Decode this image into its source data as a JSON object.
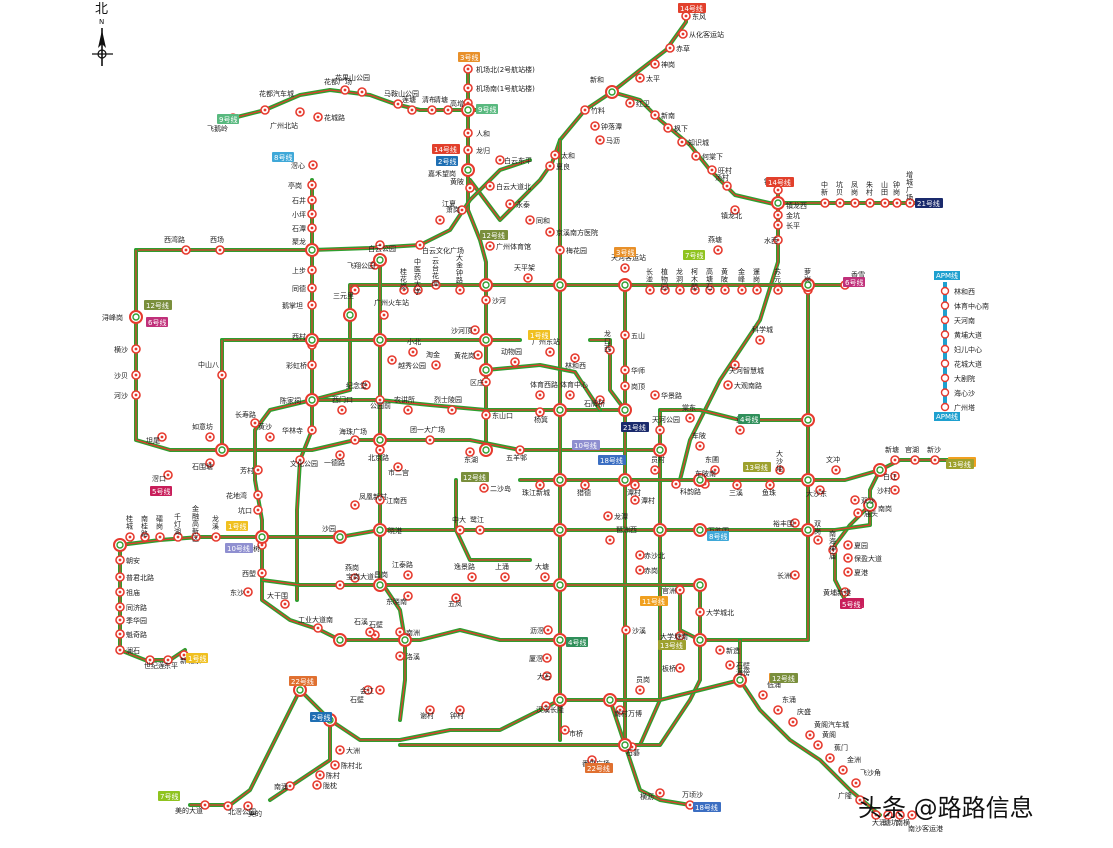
{
  "compass": {
    "north_label": "北",
    "n_letter": "N"
  },
  "watermark": {
    "text": "头条 @路路信息"
  },
  "colors": {
    "track": "#2f9e2f",
    "rail": "#e63a2e",
    "node_fill": "#ffffff"
  },
  "line_tags": [
    {
      "id": "t14a",
      "text": "14号线",
      "color": "#e2402c"
    },
    {
      "id": "t3a",
      "text": "3号线",
      "color": "#e8902a"
    },
    {
      "id": "t9a",
      "text": "9号线",
      "color": "#59b97f"
    },
    {
      "id": "t9b",
      "text": "9号线",
      "color": "#59b97f"
    },
    {
      "id": "t14b",
      "text": "14号线",
      "color": "#e2402c"
    },
    {
      "id": "t2a",
      "text": "2号线",
      "color": "#1f6fb3"
    },
    {
      "id": "t8a",
      "text": "8号线",
      "color": "#3fa8d8"
    },
    {
      "id": "t12a",
      "text": "12号线",
      "color": "#7a8f3c"
    },
    {
      "id": "t14c",
      "text": "14号线",
      "color": "#e2402c"
    },
    {
      "id": "t21a",
      "text": "21号线",
      "color": "#1a2a6c"
    },
    {
      "id": "t3b",
      "text": "3号线",
      "color": "#e8902a"
    },
    {
      "id": "t7a",
      "text": "7号线",
      "color": "#8fc31f"
    },
    {
      "id": "t6a",
      "text": "6号线",
      "color": "#c0307a"
    },
    {
      "id": "t12b",
      "text": "12号线",
      "color": "#7a8f3c"
    },
    {
      "id": "t6b",
      "text": "6号线",
      "color": "#c0307a"
    },
    {
      "id": "t1a",
      "text": "1号线",
      "color": "#f0c020"
    },
    {
      "id": "t21b",
      "text": "21号线",
      "color": "#1a2a6c"
    },
    {
      "id": "t4a",
      "text": "4号线",
      "color": "#2f8f5a"
    },
    {
      "id": "t10a",
      "text": "10号线",
      "color": "#8f8fd0"
    },
    {
      "id": "t18a",
      "text": "18号线",
      "color": "#3b6ec2"
    },
    {
      "id": "t13a",
      "text": "13号线",
      "color": "#9ea12e"
    },
    {
      "id": "t11a",
      "text": "11号线",
      "color": "#f0a020"
    },
    {
      "id": "t5a",
      "text": "5号线",
      "color": "#c81e5a"
    },
    {
      "id": "t12c",
      "text": "12号线",
      "color": "#7a8f3c"
    },
    {
      "id": "t1b",
      "text": "1号线",
      "color": "#f0c020"
    },
    {
      "id": "t10b",
      "text": "10号线",
      "color": "#8f8fd0"
    },
    {
      "id": "t8b",
      "text": "8号线",
      "color": "#3fa8d8"
    },
    {
      "id": "t13b",
      "text": "13号线",
      "color": "#9ea12e"
    },
    {
      "id": "t5b",
      "text": "5号线",
      "color": "#c81e5a"
    },
    {
      "id": "t11b",
      "text": "11号线",
      "color": "#f0a020"
    },
    {
      "id": "t4b",
      "text": "4号线",
      "color": "#2f8f5a"
    },
    {
      "id": "t3c",
      "text": "3号线",
      "color": "#e8902a"
    },
    {
      "id": "t12d",
      "text": "12号线",
      "color": "#7a8f3c"
    },
    {
      "id": "t22a",
      "text": "22号线",
      "color": "#e07030"
    },
    {
      "id": "t2b",
      "text": "2号线",
      "color": "#1f6fb3"
    },
    {
      "id": "t22b",
      "text": "22号线",
      "color": "#e07030"
    },
    {
      "id": "t18b",
      "text": "18号线",
      "color": "#3b6ec2"
    },
    {
      "id": "t7b",
      "text": "7号线",
      "color": "#8fc31f"
    },
    {
      "id": "t1c",
      "text": "1号线",
      "color": "#f0c020"
    },
    {
      "id": "t13c",
      "text": "13号线",
      "color": "#9ea12e"
    },
    {
      "id": "t5c",
      "text": "5号线",
      "color": "#c81e5a"
    }
  ],
  "apm": {
    "title_top": "APM线",
    "title_bottom": "APM线",
    "stations": [
      "林和西",
      "体育中心南",
      "天河南",
      "黄埔大道",
      "妇儿中心",
      "花城大道",
      "大剧院",
      "海心沙",
      "广州塔"
    ]
  },
  "stations": [
    {
      "id": "s1",
      "name": "东风"
    },
    {
      "id": "s2",
      "name": "从化客运站"
    },
    {
      "id": "s3",
      "name": "赤草"
    },
    {
      "id": "s4",
      "name": "神岗"
    },
    {
      "id": "s5",
      "name": "太平"
    },
    {
      "id": "s6",
      "name": "新和"
    },
    {
      "id": "s7",
      "name": "红卫"
    },
    {
      "id": "s8",
      "name": "竹料"
    },
    {
      "id": "s9",
      "name": "钟落潭"
    },
    {
      "id": "s10",
      "name": "马沥"
    },
    {
      "id": "s11",
      "name": "新南"
    },
    {
      "id": "s12",
      "name": "枫下"
    },
    {
      "id": "s13",
      "name": "知识城"
    },
    {
      "id": "s14",
      "name": "何棠下"
    },
    {
      "id": "s15",
      "name": "旺村"
    },
    {
      "id": "s16",
      "name": "汤村"
    },
    {
      "id": "s17",
      "name": "镇龙"
    },
    {
      "id": "s18",
      "name": "镇龙北"
    },
    {
      "id": "s19",
      "name": "中新"
    },
    {
      "id": "s20",
      "name": "坑贝"
    },
    {
      "id": "s21",
      "name": "凤岗"
    },
    {
      "id": "s22",
      "name": "朱村"
    },
    {
      "id": "s23",
      "name": "山田"
    },
    {
      "id": "s24",
      "name": "钟岗"
    },
    {
      "id": "s25",
      "name": "增城广场"
    },
    {
      "id": "s26",
      "name": "机场北(2号航站楼)"
    },
    {
      "id": "s27",
      "name": "机场南(1号航站楼)"
    },
    {
      "id": "s28",
      "name": "高增"
    },
    {
      "id": "s29",
      "name": "人和"
    },
    {
      "id": "s30",
      "name": "龙归"
    },
    {
      "id": "s31",
      "name": "白云东平"
    },
    {
      "id": "s32",
      "name": "嘉禾望岗"
    },
    {
      "id": "s33",
      "name": "太和"
    },
    {
      "id": "s34",
      "name": "夏良"
    },
    {
      "id": "s35",
      "name": "清塘"
    },
    {
      "id": "s36",
      "name": "清布"
    },
    {
      "id": "s37",
      "name": "莲塘"
    },
    {
      "id": "s38",
      "name": "马鞍山公园"
    },
    {
      "id": "s39",
      "name": "花都广场"
    },
    {
      "id": "s40",
      "name": "花果山公园"
    },
    {
      "id": "s41",
      "name": "花城路"
    },
    {
      "id": "s42",
      "name": "广州北站"
    },
    {
      "id": "s43",
      "name": "花都汽车城"
    },
    {
      "id": "s44",
      "name": "飞鹅岭"
    },
    {
      "id": "s45",
      "name": "滘心"
    },
    {
      "id": "s46",
      "name": "亭岗"
    },
    {
      "id": "s47",
      "name": "石井"
    },
    {
      "id": "s48",
      "name": "小坪"
    },
    {
      "id": "s49",
      "name": "石潭"
    },
    {
      "id": "s50",
      "name": "聚龙"
    },
    {
      "id": "s51",
      "name": "上步"
    },
    {
      "id": "s52",
      "name": "同德"
    },
    {
      "id": "s53",
      "name": "鹅掌坦"
    },
    {
      "id": "s54",
      "name": "西村"
    },
    {
      "id": "s55",
      "name": "彩虹桥"
    },
    {
      "id": "s56",
      "name": "陈家祠"
    },
    {
      "id": "s57",
      "name": "华林寺"
    },
    {
      "id": "s58",
      "name": "文化公园"
    },
    {
      "id": "s59",
      "name": "同福西"
    },
    {
      "id": "s60",
      "name": "凤凰新村"
    },
    {
      "id": "s61",
      "name": "沙园"
    },
    {
      "id": "s62",
      "name": "宝岗大道"
    },
    {
      "id": "s63",
      "name": "昌岗"
    },
    {
      "id": "s64",
      "name": "晓港"
    },
    {
      "id": "s65",
      "name": "黄陂"
    },
    {
      "id": "s66",
      "name": "江夏"
    },
    {
      "id": "s67",
      "name": "萧岗"
    },
    {
      "id": "s68",
      "name": "白云文化广场"
    },
    {
      "id": "s69",
      "name": "白云公园"
    },
    {
      "id": "s70",
      "name": "飞翔公园"
    },
    {
      "id": "s71",
      "name": "三元里"
    },
    {
      "id": "s72",
      "name": "广州火车站"
    },
    {
      "id": "s73",
      "name": "越秀公园"
    },
    {
      "id": "s74",
      "name": "纪念堂"
    },
    {
      "id": "s75",
      "name": "公园前"
    },
    {
      "id": "s76",
      "name": "海珠广场"
    },
    {
      "id": "s77",
      "name": "市二宫"
    },
    {
      "id": "s78",
      "name": "江南西"
    },
    {
      "id": "s79",
      "name": "客村"
    },
    {
      "id": "s80",
      "name": "广州南站"
    },
    {
      "id": "s81",
      "name": "白云大道北"
    },
    {
      "id": "s82",
      "name": "永泰"
    },
    {
      "id": "s83",
      "name": "同和"
    },
    {
      "id": "s84",
      "name": "京溪南方医院"
    },
    {
      "id": "s85",
      "name": "梅花园"
    },
    {
      "id": "s86",
      "name": "燕塘"
    },
    {
      "id": "s87",
      "name": "天河客运站"
    },
    {
      "id": "s88",
      "name": "天平架"
    },
    {
      "id": "s89",
      "name": "沙河"
    },
    {
      "id": "s90",
      "name": "沙河顶"
    },
    {
      "id": "s91",
      "name": "黄花岗"
    },
    {
      "id": "s92",
      "name": "区庄"
    },
    {
      "id": "s93",
      "name": "东山口"
    },
    {
      "id": "s94",
      "name": "东湖"
    },
    {
      "id": "s95",
      "name": "团一大广场"
    },
    {
      "id": "s96",
      "name": "北京路"
    },
    {
      "id": "s97",
      "name": "一德路"
    },
    {
      "id": "s98",
      "name": "海珠广场"
    },
    {
      "id": "s99",
      "name": "西门口"
    },
    {
      "id": "s100",
      "name": "农讲所"
    },
    {
      "id": "s101",
      "name": "烈士陵园"
    },
    {
      "id": "s102",
      "name": "体育西路"
    },
    {
      "id": "s103",
      "name": "体育中心"
    },
    {
      "id": "s104",
      "name": "广州东站"
    },
    {
      "id": "s105",
      "name": "林和西"
    },
    {
      "id": "s106",
      "name": "杨箕"
    },
    {
      "id": "s107",
      "name": "五羊邨"
    },
    {
      "id": "s108",
      "name": "珠江新城"
    },
    {
      "id": "s109",
      "name": "猎德"
    },
    {
      "id": "s110",
      "name": "潭村"
    },
    {
      "id": "s111",
      "name": "员村"
    },
    {
      "id": "s112",
      "name": "科韵路"
    },
    {
      "id": "s113",
      "name": "车陂南"
    },
    {
      "id": "s114",
      "name": "东圃"
    },
    {
      "id": "s115",
      "name": "三溪"
    },
    {
      "id": "s116",
      "name": "鱼珠"
    },
    {
      "id": "s117",
      "name": "大沙地"
    },
    {
      "id": "s118",
      "name": "大沙东"
    },
    {
      "id": "s119",
      "name": "文冲"
    },
    {
      "id": "s120",
      "name": "双沙"
    },
    {
      "id": "s121",
      "name": "庙头"
    },
    {
      "id": "s122",
      "name": "南岗"
    },
    {
      "id": "s123",
      "name": "沙村"
    },
    {
      "id": "s124",
      "name": "白江"
    },
    {
      "id": "s125",
      "name": "新沙"
    },
    {
      "id": "s126",
      "name": "官湖"
    },
    {
      "id": "s127",
      "name": "新塘"
    },
    {
      "id": "s128",
      "name": "夏园"
    },
    {
      "id": "s129",
      "name": "保盈大道"
    },
    {
      "id": "s130",
      "name": "夏港"
    },
    {
      "id": "s131",
      "name": "黄埔新港"
    },
    {
      "id": "s132",
      "name": "长洲"
    },
    {
      "id": "s133",
      "name": "裕丰围"
    },
    {
      "id": "s134",
      "name": "双岗"
    },
    {
      "id": "s135",
      "name": "南海神庙"
    },
    {
      "id": "s136",
      "name": "大沙头"
    },
    {
      "id": "s137",
      "name": "黄埔客运港"
    },
    {
      "id": "s138",
      "name": "长湴"
    },
    {
      "id": "s139",
      "name": "植物园"
    },
    {
      "id": "s140",
      "name": "龙洞"
    },
    {
      "id": "s141",
      "name": "柯木塱"
    },
    {
      "id": "s142",
      "name": "高塘石"
    },
    {
      "id": "s143",
      "name": "黄陂"
    },
    {
      "id": "s144",
      "name": "金峰"
    },
    {
      "id": "s145",
      "name": "暹岗"
    },
    {
      "id": "s146",
      "name": "苏元"
    },
    {
      "id": "s147",
      "name": "萝岗"
    },
    {
      "id": "s148",
      "name": "香雪"
    },
    {
      "id": "s149",
      "name": "水西"
    },
    {
      "id": "s150",
      "name": "长平"
    },
    {
      "id": "s151",
      "name": "金坑"
    },
    {
      "id": "s152",
      "name": "镇龙西"
    },
    {
      "id": "s153",
      "name": "科学城"
    },
    {
      "id": "s154",
      "name": "天河智慧城"
    },
    {
      "id": "s155",
      "name": "大观南路"
    },
    {
      "id": "s156",
      "name": "天河公园"
    },
    {
      "id": "s157",
      "name": "棠东"
    },
    {
      "id": "s158",
      "name": "黄村"
    },
    {
      "id": "s159",
      "name": "车陂"
    },
    {
      "id": "s160",
      "name": "华景路"
    },
    {
      "id": "s161",
      "name": "华师"
    },
    {
      "id": "s162",
      "name": "岗顶"
    },
    {
      "id": "s163",
      "name": "石牌桥"
    },
    {
      "id": "s164",
      "name": "五山"
    },
    {
      "id": "s165",
      "name": "龙口西"
    },
    {
      "id": "s166",
      "name": "珠江新城"
    },
    {
      "id": "s167",
      "name": "海心沙"
    },
    {
      "id": "s168",
      "name": "广州塔"
    },
    {
      "id": "s169",
      "name": "赤岗塔"
    },
    {
      "id": "s170",
      "name": "磨碟沙"
    },
    {
      "id": "s171",
      "name": "新港东"
    },
    {
      "id": "s172",
      "name": "琶洲"
    },
    {
      "id": "s173",
      "name": "万胜围"
    },
    {
      "id": "s174",
      "name": "官洲"
    },
    {
      "id": "s175",
      "name": "大学城北"
    },
    {
      "id": "s176",
      "name": "大学城南"
    },
    {
      "id": "s177",
      "name": "板桥"
    },
    {
      "id": "s178",
      "name": "员岗"
    },
    {
      "id": "s179",
      "name": "南村万博"
    },
    {
      "id": "s180",
      "name": "汉溪长隆"
    },
    {
      "id": "s181",
      "name": "市桥"
    },
    {
      "id": "s182",
      "name": "番禺广场"
    },
    {
      "id": "s183",
      "name": "石碁"
    },
    {
      "id": "s184",
      "name": "海傍"
    },
    {
      "id": "s185",
      "name": "低涌"
    },
    {
      "id": "s186",
      "name": "东涌"
    },
    {
      "id": "s187",
      "name": "庆盛"
    },
    {
      "id": "s188",
      "name": "黄阁汽车城"
    },
    {
      "id": "s189",
      "name": "黄阁"
    },
    {
      "id": "s190",
      "name": "蕉门"
    },
    {
      "id": "s191",
      "name": "金洲"
    },
    {
      "id": "s192",
      "name": "飞沙角"
    },
    {
      "id": "s193",
      "name": "广隆"
    },
    {
      "id": "s194",
      "name": "大涌"
    },
    {
      "id": "s195",
      "name": "塘坑"
    },
    {
      "id": "s196",
      "name": "南横"
    },
    {
      "id": "s197",
      "name": "南沙客运港"
    },
    {
      "id": "s198",
      "name": "新造"
    },
    {
      "id": "s199",
      "name": "石壁"
    },
    {
      "id": "s200",
      "name": "谢村"
    },
    {
      "id": "s201",
      "name": "钟村"
    },
    {
      "id": "s202",
      "name": "会江"
    },
    {
      "id": "s203",
      "name": "石壁"
    },
    {
      "id": "s204",
      "name": "大洲"
    },
    {
      "id": "s205",
      "name": "陈村北"
    },
    {
      "id": "s206",
      "name": "陈村"
    },
    {
      "id": "s207",
      "name": "南涌"
    },
    {
      "id": "s208",
      "name": "美的大道"
    },
    {
      "id": "s209",
      "name": "北滘公园"
    },
    {
      "id": "s210",
      "name": "美的"
    },
    {
      "id": "s211",
      "name": "陇枕"
    },
    {
      "id": "s212",
      "name": "番禺广场"
    },
    {
      "id": "s213",
      "name": "横沥"
    },
    {
      "id": "s214",
      "name": "万顷沙"
    },
    {
      "id": "s215",
      "name": "化龙"
    },
    {
      "id": "s216",
      "name": "沙溪"
    },
    {
      "id": "s217",
      "name": "大石"
    },
    {
      "id": "s218",
      "name": "厦滘"
    },
    {
      "id": "s219",
      "name": "沥滘"
    },
    {
      "id": "s220",
      "name": "南洲"
    },
    {
      "id": "s221",
      "name": "洛溪"
    },
    {
      "id": "s222",
      "name": "石壁"
    },
    {
      "id": "s223",
      "name": "东晓南"
    },
    {
      "id": "s224",
      "name": "江泰路"
    },
    {
      "id": "s225",
      "name": "燕岗"
    },
    {
      "id": "s226",
      "name": "鹭江"
    },
    {
      "id": "s227",
      "name": "中大"
    },
    {
      "id": "s228",
      "name": "赤岗"
    },
    {
      "id": "s229",
      "name": "大塘"
    },
    {
      "id": "s230",
      "name": "上涌"
    },
    {
      "id": "s231",
      "name": "逸景路"
    },
    {
      "id": "s232",
      "name": "五凤"
    },
    {
      "id": "s233",
      "name": "石溪"
    },
    {
      "id": "s234",
      "name": "工业大道南"
    },
    {
      "id": "s235",
      "name": "大干围"
    },
    {
      "id": "s236",
      "name": "东沙"
    },
    {
      "id": "s237",
      "name": "花地湾"
    },
    {
      "id": "s238",
      "name": "坑口"
    },
    {
      "id": "s239",
      "name": "芳村"
    },
    {
      "id": "s240",
      "name": "黄沙"
    },
    {
      "id": "s241",
      "name": "长寿路"
    },
    {
      "id": "s242",
      "name": "中山八"
    },
    {
      "id": "s243",
      "name": "坦尾"
    },
    {
      "id": "s244",
      "name": "如意坊"
    },
    {
      "id": "s245",
      "name": "石围塘"
    },
    {
      "id": "s246",
      "name": "滘口"
    },
    {
      "id": "s247",
      "name": "河沙"
    },
    {
      "id": "s248",
      "name": "沙贝"
    },
    {
      "id": "s249",
      "name": "横沙"
    },
    {
      "id": "s250",
      "name": "浔峰岗"
    },
    {
      "id": "s251",
      "name": "西场"
    },
    {
      "id": "s252",
      "name": "西湾路"
    },
    {
      "id": "s253",
      "name": "海傍"
    },
    {
      "id": "s254",
      "name": "广钢新城"
    },
    {
      "id": "s255",
      "name": "鹤洞"
    },
    {
      "id": "s256",
      "name": "西塱"
    },
    {
      "id": "s257",
      "name": "菊树"
    },
    {
      "id": "s258",
      "name": "龙溪"
    },
    {
      "id": "s259",
      "name": "金融高新区"
    },
    {
      "id": "s260",
      "name": "千灯湖"
    },
    {
      "id": "s261",
      "name": "礌岗"
    },
    {
      "id": "s262",
      "name": "南桂路"
    },
    {
      "id": "s263",
      "name": "桂城"
    },
    {
      "id": "s264",
      "name": "朝安"
    },
    {
      "id": "s265",
      "name": "普君北路"
    },
    {
      "id": "s266",
      "name": "祖庙"
    },
    {
      "id": "s267",
      "name": "同济路"
    },
    {
      "id": "s268",
      "name": "季华园"
    },
    {
      "id": "s269",
      "name": "魁奇路"
    },
    {
      "id": "s270",
      "name": "澜石"
    },
    {
      "id": "s271",
      "name": "世纪莲"
    },
    {
      "id": "s272",
      "name": "东平"
    },
    {
      "id": "s273",
      "name": "新城东"
    },
    {
      "id": "s274",
      "name": "沥滘"
    },
    {
      "id": "s275",
      "name": "官湖"
    },
    {
      "id": "s276",
      "name": "莲花"
    },
    {
      "id": "s277",
      "name": "海心沙"
    },
    {
      "id": "s278",
      "name": "石榴岗"
    },
    {
      "id": "s279",
      "name": "二沙岛"
    },
    {
      "id": "s280",
      "name": "广州塔"
    },
    {
      "id": "s281",
      "name": "大学城北"
    },
    {
      "id": "s282",
      "name": "新港东"
    },
    {
      "id": "s283",
      "name": "赤沙北"
    },
    {
      "id": "s284",
      "name": "暨南大学"
    },
    {
      "id": "s285",
      "name": "南浦"
    },
    {
      "id": "s286",
      "name": "白云东平"
    },
    {
      "id": "s287",
      "name": "黄边"
    },
    {
      "id": "s288",
      "name": "江夏"
    },
    {
      "id": "s289",
      "name": "云台花园"
    },
    {
      "id": "s290",
      "name": "中医药大学"
    },
    {
      "id": "s291",
      "name": "桂花岗"
    },
    {
      "id": "s292",
      "name": "广州体育馆"
    },
    {
      "id": "s293",
      "name": "小北"
    },
    {
      "id": "s294",
      "name": "淘金"
    },
    {
      "id": "s295",
      "name": "动物园"
    },
    {
      "id": "s296",
      "name": "大金钟路"
    },
    {
      "id": "s297",
      "name": "陈家祠"
    },
    {
      "id": "s298",
      "name": "琶洲西"
    },
    {
      "id": "s299",
      "name": "龙潭"
    },
    {
      "id": "s300",
      "name": "潭村"
    }
  ]
}
